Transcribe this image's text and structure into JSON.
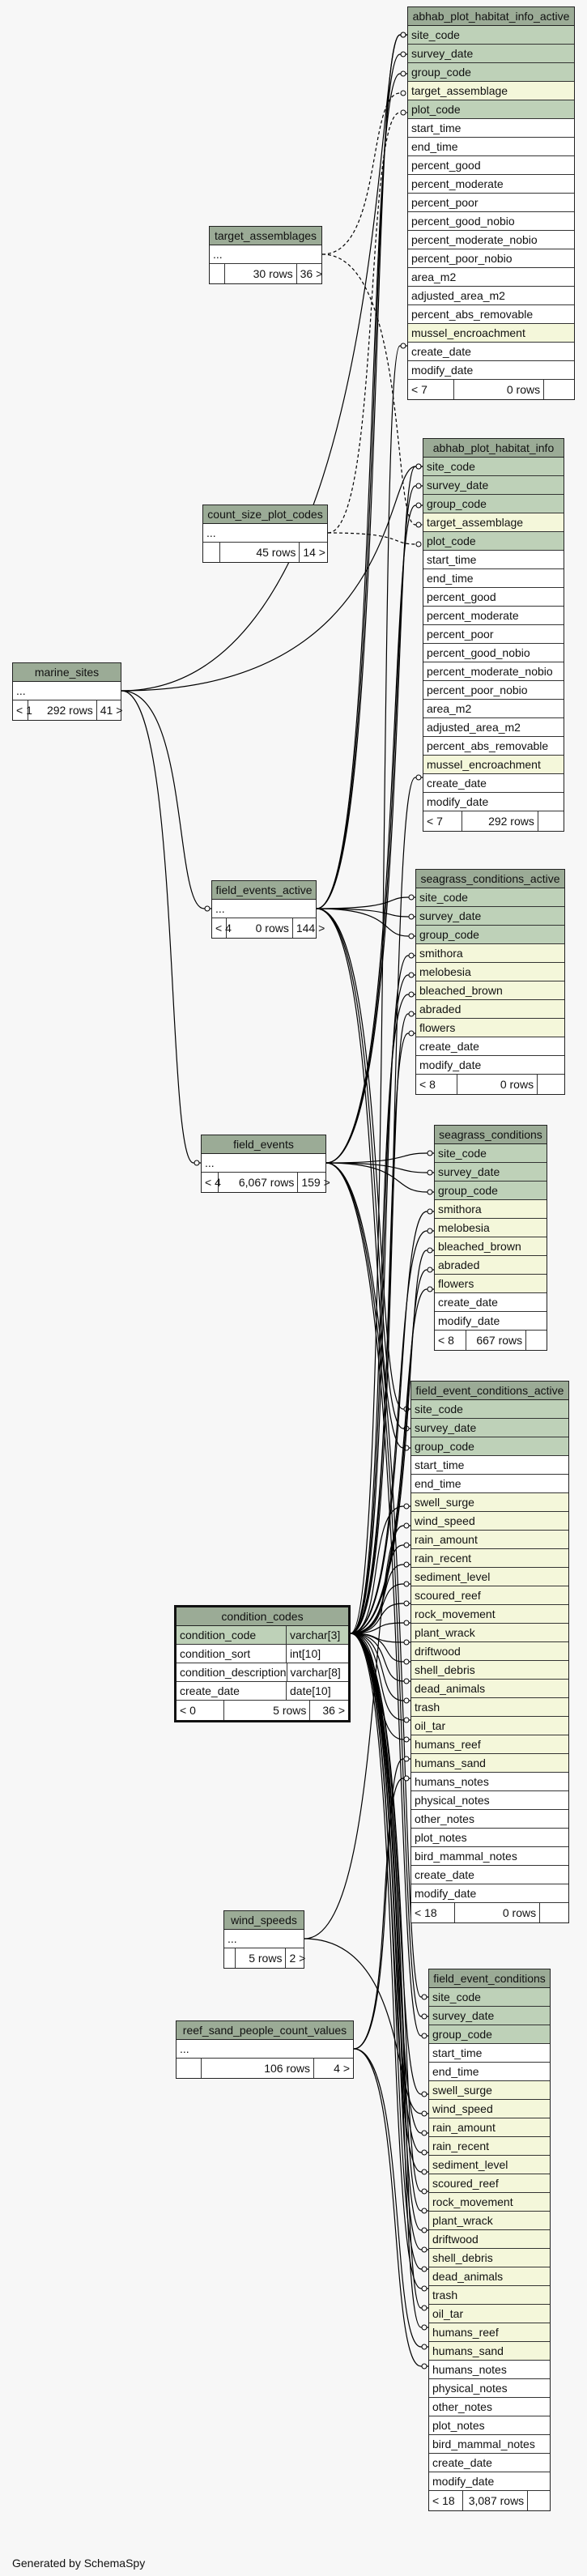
{
  "tables": {
    "abhab_plot_habitat_info_active": {
      "title": "abhab_plot_habitat_info_active",
      "rows": [
        {
          "name": "site_code",
          "kind": "pk"
        },
        {
          "name": "survey_date",
          "kind": "pk"
        },
        {
          "name": "group_code",
          "kind": "pk"
        },
        {
          "name": "target_assemblage",
          "kind": "fk"
        },
        {
          "name": "plot_code",
          "kind": "pk"
        },
        {
          "name": "start_time",
          "kind": "plain"
        },
        {
          "name": "end_time",
          "kind": "plain"
        },
        {
          "name": "percent_good",
          "kind": "plain"
        },
        {
          "name": "percent_moderate",
          "kind": "plain"
        },
        {
          "name": "percent_poor",
          "kind": "plain"
        },
        {
          "name": "percent_good_nobio",
          "kind": "plain"
        },
        {
          "name": "percent_moderate_nobio",
          "kind": "plain"
        },
        {
          "name": "percent_poor_nobio",
          "kind": "plain"
        },
        {
          "name": "area_m2",
          "kind": "plain"
        },
        {
          "name": "adjusted_area_m2",
          "kind": "plain"
        },
        {
          "name": "percent_abs_removable",
          "kind": "plain"
        },
        {
          "name": "mussel_encroachment",
          "kind": "fk"
        },
        {
          "name": "create_date",
          "kind": "plain"
        },
        {
          "name": "modify_date",
          "kind": "plain"
        }
      ],
      "footer": [
        "< 7",
        "0 rows",
        ""
      ]
    },
    "abhab_plot_habitat_info": {
      "title": "abhab_plot_habitat_info",
      "rows": [
        {
          "name": "site_code",
          "kind": "pk"
        },
        {
          "name": "survey_date",
          "kind": "pk"
        },
        {
          "name": "group_code",
          "kind": "pk"
        },
        {
          "name": "target_assemblage",
          "kind": "fk"
        },
        {
          "name": "plot_code",
          "kind": "pk"
        },
        {
          "name": "start_time",
          "kind": "plain"
        },
        {
          "name": "end_time",
          "kind": "plain"
        },
        {
          "name": "percent_good",
          "kind": "plain"
        },
        {
          "name": "percent_moderate",
          "kind": "plain"
        },
        {
          "name": "percent_poor",
          "kind": "plain"
        },
        {
          "name": "percent_good_nobio",
          "kind": "plain"
        },
        {
          "name": "percent_moderate_nobio",
          "kind": "plain"
        },
        {
          "name": "percent_poor_nobio",
          "kind": "plain"
        },
        {
          "name": "area_m2",
          "kind": "plain"
        },
        {
          "name": "adjusted_area_m2",
          "kind": "plain"
        },
        {
          "name": "percent_abs_removable",
          "kind": "plain"
        },
        {
          "name": "mussel_encroachment",
          "kind": "fk"
        },
        {
          "name": "create_date",
          "kind": "plain"
        },
        {
          "name": "modify_date",
          "kind": "plain"
        }
      ],
      "footer": [
        "< 7",
        "292 rows",
        ""
      ]
    },
    "seagrass_conditions_active": {
      "title": "seagrass_conditions_active",
      "rows": [
        {
          "name": "site_code",
          "kind": "pk"
        },
        {
          "name": "survey_date",
          "kind": "pk"
        },
        {
          "name": "group_code",
          "kind": "pk"
        },
        {
          "name": "smithora",
          "kind": "fk"
        },
        {
          "name": "melobesia",
          "kind": "fk"
        },
        {
          "name": "bleached_brown",
          "kind": "fk"
        },
        {
          "name": "abraded",
          "kind": "fk"
        },
        {
          "name": "flowers",
          "kind": "fk"
        },
        {
          "name": "create_date",
          "kind": "plain"
        },
        {
          "name": "modify_date",
          "kind": "plain"
        }
      ],
      "footer": [
        "< 8",
        "0 rows",
        ""
      ]
    },
    "seagrass_conditions": {
      "title": "seagrass_conditions",
      "rows": [
        {
          "name": "site_code",
          "kind": "pk"
        },
        {
          "name": "survey_date",
          "kind": "pk"
        },
        {
          "name": "group_code",
          "kind": "pk"
        },
        {
          "name": "smithora",
          "kind": "fk"
        },
        {
          "name": "melobesia",
          "kind": "fk"
        },
        {
          "name": "bleached_brown",
          "kind": "fk"
        },
        {
          "name": "abraded",
          "kind": "fk"
        },
        {
          "name": "flowers",
          "kind": "fk"
        },
        {
          "name": "create_date",
          "kind": "plain"
        },
        {
          "name": "modify_date",
          "kind": "plain"
        }
      ],
      "footer": [
        "< 8",
        "667 rows",
        ""
      ]
    },
    "field_event_conditions_active": {
      "title": "field_event_conditions_active",
      "rows": [
        {
          "name": "site_code",
          "kind": "pk"
        },
        {
          "name": "survey_date",
          "kind": "pk"
        },
        {
          "name": "group_code",
          "kind": "pk"
        },
        {
          "name": "start_time",
          "kind": "plain"
        },
        {
          "name": "end_time",
          "kind": "plain"
        },
        {
          "name": "swell_surge",
          "kind": "fk"
        },
        {
          "name": "wind_speed",
          "kind": "fk"
        },
        {
          "name": "rain_amount",
          "kind": "fk"
        },
        {
          "name": "rain_recent",
          "kind": "fk"
        },
        {
          "name": "sediment_level",
          "kind": "fk"
        },
        {
          "name": "scoured_reef",
          "kind": "fk"
        },
        {
          "name": "rock_movement",
          "kind": "fk"
        },
        {
          "name": "plant_wrack",
          "kind": "fk"
        },
        {
          "name": "driftwood",
          "kind": "fk"
        },
        {
          "name": "shell_debris",
          "kind": "fk"
        },
        {
          "name": "dead_animals",
          "kind": "fk"
        },
        {
          "name": "trash",
          "kind": "fk"
        },
        {
          "name": "oil_tar",
          "kind": "fk"
        },
        {
          "name": "humans_reef",
          "kind": "fk"
        },
        {
          "name": "humans_sand",
          "kind": "fk"
        },
        {
          "name": "humans_notes",
          "kind": "plain"
        },
        {
          "name": "physical_notes",
          "kind": "plain"
        },
        {
          "name": "other_notes",
          "kind": "plain"
        },
        {
          "name": "plot_notes",
          "kind": "plain"
        },
        {
          "name": "bird_mammal_notes",
          "kind": "plain"
        },
        {
          "name": "create_date",
          "kind": "plain"
        },
        {
          "name": "modify_date",
          "kind": "plain"
        }
      ],
      "footer": [
        "< 18",
        "0 rows",
        ""
      ]
    },
    "field_event_conditions": {
      "title": "field_event_conditions",
      "rows": [
        {
          "name": "site_code",
          "kind": "pk"
        },
        {
          "name": "survey_date",
          "kind": "pk"
        },
        {
          "name": "group_code",
          "kind": "pk"
        },
        {
          "name": "start_time",
          "kind": "plain"
        },
        {
          "name": "end_time",
          "kind": "plain"
        },
        {
          "name": "swell_surge",
          "kind": "fk"
        },
        {
          "name": "wind_speed",
          "kind": "fk"
        },
        {
          "name": "rain_amount",
          "kind": "fk"
        },
        {
          "name": "rain_recent",
          "kind": "fk"
        },
        {
          "name": "sediment_level",
          "kind": "fk"
        },
        {
          "name": "scoured_reef",
          "kind": "fk"
        },
        {
          "name": "rock_movement",
          "kind": "fk"
        },
        {
          "name": "plant_wrack",
          "kind": "fk"
        },
        {
          "name": "driftwood",
          "kind": "fk"
        },
        {
          "name": "shell_debris",
          "kind": "fk"
        },
        {
          "name": "dead_animals",
          "kind": "fk"
        },
        {
          "name": "trash",
          "kind": "fk"
        },
        {
          "name": "oil_tar",
          "kind": "fk"
        },
        {
          "name": "humans_reef",
          "kind": "fk"
        },
        {
          "name": "humans_sand",
          "kind": "fk"
        },
        {
          "name": "humans_notes",
          "kind": "plain"
        },
        {
          "name": "physical_notes",
          "kind": "plain"
        },
        {
          "name": "other_notes",
          "kind": "plain"
        },
        {
          "name": "plot_notes",
          "kind": "plain"
        },
        {
          "name": "bird_mammal_notes",
          "kind": "plain"
        },
        {
          "name": "create_date",
          "kind": "plain"
        },
        {
          "name": "modify_date",
          "kind": "plain"
        }
      ],
      "footer": [
        "< 18",
        "3,087 rows",
        ""
      ]
    },
    "target_assemblages": {
      "title": "target_assemblages",
      "rows": [
        {
          "name": "...",
          "kind": "ell"
        }
      ],
      "footer": [
        "",
        "30 rows",
        "36 >"
      ]
    },
    "count_size_plot_codes": {
      "title": "count_size_plot_codes",
      "rows": [
        {
          "name": "...",
          "kind": "ell"
        }
      ],
      "footer": [
        "",
        "45 rows",
        "14 >"
      ]
    },
    "marine_sites": {
      "title": "marine_sites",
      "rows": [
        {
          "name": "...",
          "kind": "ell"
        }
      ],
      "footer": [
        "< 1",
        "292 rows",
        "41 >"
      ]
    },
    "field_events_active": {
      "title": "field_events_active",
      "rows": [
        {
          "name": "...",
          "kind": "ell"
        }
      ],
      "footer": [
        "< 4",
        "0 rows",
        "144 >"
      ]
    },
    "field_events": {
      "title": "field_events",
      "rows": [
        {
          "name": "...",
          "kind": "ell"
        }
      ],
      "footer": [
        "< 4",
        "6,067 rows",
        "159 >"
      ]
    },
    "wind_speeds": {
      "title": "wind_speeds",
      "rows": [
        {
          "name": "...",
          "kind": "ell"
        }
      ],
      "footer": [
        "",
        "5 rows",
        "2 >"
      ]
    },
    "reef_sand_people_count_values": {
      "title": "reef_sand_people_count_values",
      "rows": [
        {
          "name": "...",
          "kind": "ell"
        }
      ],
      "footer": [
        "",
        "106 rows",
        "4 >"
      ]
    },
    "condition_codes": {
      "title": "condition_codes",
      "rows": [
        {
          "name": "condition_code",
          "type": "varchar[3]",
          "kind": "pk"
        },
        {
          "name": "condition_sort",
          "type": "int[10]",
          "kind": "plain"
        },
        {
          "name": "condition_description",
          "type": "varchar[8]",
          "kind": "plain"
        },
        {
          "name": "create_date",
          "type": "date[10]",
          "kind": "plain"
        }
      ],
      "footer": [
        "< 0",
        "5 rows",
        "36 >"
      ]
    }
  },
  "generated_by": "Generated by SchemaSpy"
}
